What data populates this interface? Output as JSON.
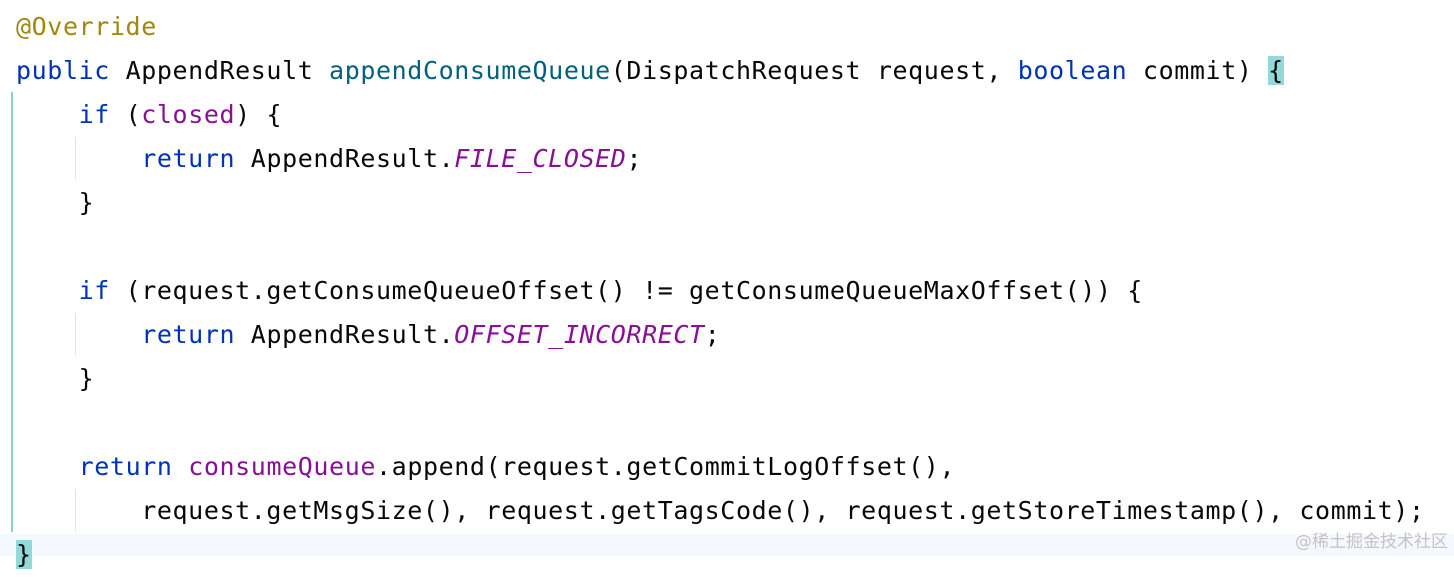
{
  "editor": {
    "language": "java",
    "lines": [
      {
        "tokens": [
          {
            "t": "@Override",
            "c": "ann"
          }
        ]
      },
      {
        "tokens": [
          {
            "t": "public",
            "c": "kw"
          },
          {
            "t": " AppendResult ",
            "c": "plain"
          },
          {
            "t": "appendConsumeQueue",
            "c": "fn"
          },
          {
            "t": "(DispatchRequest request, ",
            "c": "plain"
          },
          {
            "t": "boolean",
            "c": "kw"
          },
          {
            "t": " commit) ",
            "c": "plain"
          },
          {
            "t": "{",
            "c": "brace-match"
          }
        ]
      },
      {
        "tokens": [
          {
            "t": "    ",
            "c": "plain"
          },
          {
            "t": "if",
            "c": "kw"
          },
          {
            "t": " (",
            "c": "plain"
          },
          {
            "t": "closed",
            "c": "field"
          },
          {
            "t": ") {",
            "c": "plain"
          }
        ]
      },
      {
        "tokens": [
          {
            "t": "        ",
            "c": "plain"
          },
          {
            "t": "return",
            "c": "kw"
          },
          {
            "t": " AppendResult.",
            "c": "plain"
          },
          {
            "t": "FILE_CLOSED",
            "c": "const"
          },
          {
            "t": ";",
            "c": "plain"
          }
        ]
      },
      {
        "tokens": [
          {
            "t": "    }",
            "c": "plain"
          }
        ]
      },
      {
        "tokens": [
          {
            "t": "",
            "c": "plain"
          }
        ]
      },
      {
        "tokens": [
          {
            "t": "    ",
            "c": "plain"
          },
          {
            "t": "if",
            "c": "kw"
          },
          {
            "t": " (request.getConsumeQueueOffset() != getConsumeQueueMaxOffset()) {",
            "c": "plain"
          }
        ]
      },
      {
        "tokens": [
          {
            "t": "        ",
            "c": "plain"
          },
          {
            "t": "return",
            "c": "kw"
          },
          {
            "t": " AppendResult.",
            "c": "plain"
          },
          {
            "t": "OFFSET_INCORRECT",
            "c": "const"
          },
          {
            "t": ";",
            "c": "plain"
          }
        ]
      },
      {
        "tokens": [
          {
            "t": "    }",
            "c": "plain"
          }
        ]
      },
      {
        "tokens": [
          {
            "t": "",
            "c": "plain"
          }
        ]
      },
      {
        "tokens": [
          {
            "t": "    ",
            "c": "plain"
          },
          {
            "t": "return",
            "c": "kw"
          },
          {
            "t": " ",
            "c": "plain"
          },
          {
            "t": "consumeQueue",
            "c": "field"
          },
          {
            "t": ".append(request.getCommitLogOffset(),",
            "c": "plain"
          }
        ]
      },
      {
        "tokens": [
          {
            "t": "        request.getMsgSize(), request.getTagsCode(), request.getStoreTimestamp(), commit);",
            "c": "plain"
          }
        ]
      },
      {
        "tokens": [
          {
            "t": "}",
            "c": "brace-match"
          }
        ]
      }
    ]
  },
  "watermark": {
    "text": "@稀土掘金技术社区"
  },
  "colors": {
    "annotation": "#9e880d",
    "keyword": "#0033b3",
    "method_declaration": "#00627a",
    "field": "#871094",
    "constant": "#871094",
    "plain": "#080808",
    "brace_highlight": "#93d9d9",
    "change_bar": "#8bd2c4",
    "background": "#ffffff"
  }
}
